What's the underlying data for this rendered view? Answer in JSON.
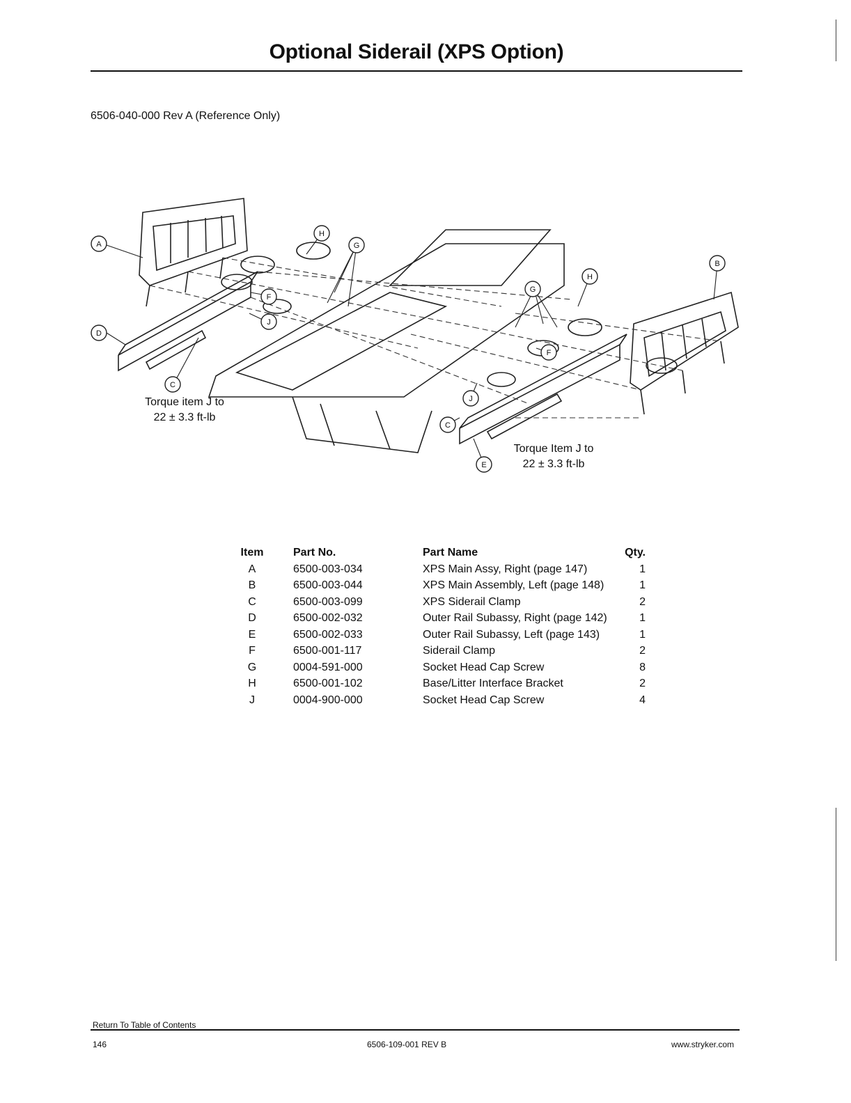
{
  "page": {
    "title": "Optional Siderail (XPS Option)",
    "reference": "6506-040-000 Rev A (Reference Only)"
  },
  "diagram": {
    "callouts": [
      "A",
      "B",
      "C",
      "D",
      "E",
      "F",
      "G",
      "H",
      "J"
    ],
    "torque_note_left": [
      "Torque item J to",
      "22 ± 3.3 ft-lb"
    ],
    "torque_note_right": [
      "Torque Item J to",
      "22 ± 3.3 ft-lb"
    ]
  },
  "parts_table": {
    "headers": [
      "Item",
      "Part No.",
      "Part Name",
      "Qty."
    ],
    "rows": [
      {
        "item": "A",
        "part_no": "6500-003-034",
        "name": "XPS Main Assy, Right (page 147)",
        "qty": "1"
      },
      {
        "item": "B",
        "part_no": "6500-003-044",
        "name": "XPS Main Assembly, Left (page 148)",
        "qty": "1"
      },
      {
        "item": "C",
        "part_no": "6500-003-099",
        "name": "XPS Siderail Clamp",
        "qty": "2"
      },
      {
        "item": "D",
        "part_no": "6500-002-032",
        "name": "Outer Rail Subassy, Right (page 142)",
        "qty": "1"
      },
      {
        "item": "E",
        "part_no": "6500-002-033",
        "name": "Outer Rail Subassy, Left (page 143)",
        "qty": "1"
      },
      {
        "item": "F",
        "part_no": "6500-001-117",
        "name": "Siderail Clamp",
        "qty": "2"
      },
      {
        "item": "G",
        "part_no": "0004-591-000",
        "name": "Socket Head Cap Screw",
        "qty": "8"
      },
      {
        "item": "H",
        "part_no": "6500-001-102",
        "name": "Base/Litter Interface Bracket",
        "qty": "2"
      },
      {
        "item": "J",
        "part_no": "0004-900-000",
        "name": "Socket Head Cap Screw",
        "qty": "4"
      }
    ]
  },
  "footer": {
    "toc_link": "Return To Table of Contents",
    "page_number": "146",
    "doc_number": "6506-109-001 REV B",
    "url": "www.stryker.com"
  }
}
